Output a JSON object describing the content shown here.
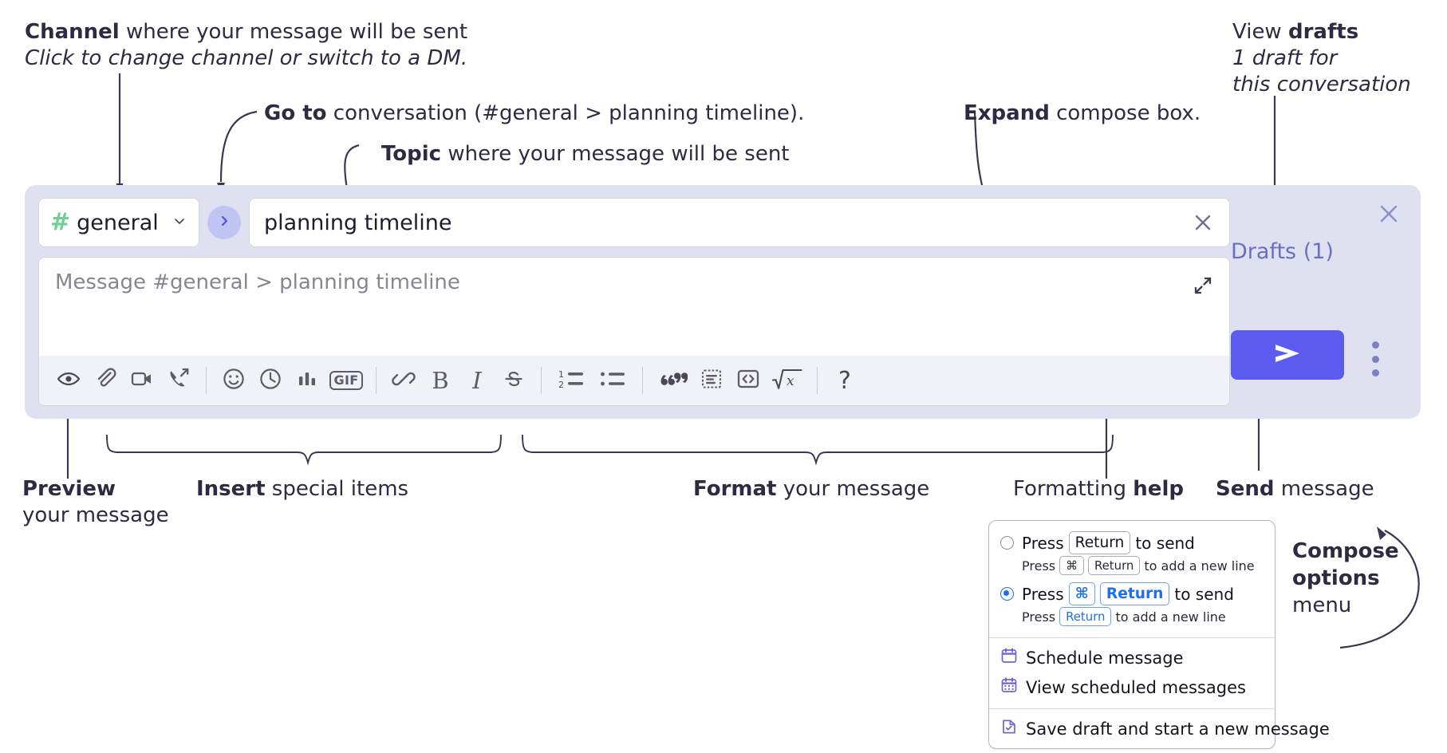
{
  "annotations": {
    "channel": {
      "bold": "Channel",
      "rest": " where your message will be sent",
      "sub": "Click to change channel or switch to a DM."
    },
    "goto": {
      "bold": "Go to",
      "rest": " conversation (#general > planning timeline)."
    },
    "topic": {
      "bold": "Topic",
      "rest": " where your message will be sent"
    },
    "expand": {
      "bold": "Expand",
      "rest": " compose box."
    },
    "drafts": {
      "lead": "View ",
      "bold": "drafts",
      "sub1": "1 draft for",
      "sub2": "this conversation"
    },
    "preview": {
      "bold": "Preview",
      "sub": "your message"
    },
    "insert": {
      "bold": "Insert",
      "rest": " special items"
    },
    "format": {
      "bold": "Format",
      "rest": " your message"
    },
    "help": {
      "lead": "Formatting ",
      "bold": "help"
    },
    "send": {
      "bold": "Send",
      "rest": " message"
    },
    "compose_options": {
      "bold1": "Compose",
      "bold2": "options",
      "rest": "menu"
    }
  },
  "compose": {
    "channel": {
      "hash": "#",
      "name": "general",
      "caret_icon": "chevron-down-icon"
    },
    "goto_button": {
      "icon": "chevron-right-icon"
    },
    "topic": {
      "value": "planning timeline",
      "clear_icon": "close-icon"
    },
    "message": {
      "placeholder": "Message #general > planning timeline",
      "value": ""
    },
    "expand": {
      "icon": "expand-diagonal-icon"
    },
    "close": {
      "icon": "close-icon"
    },
    "drafts_label": "Drafts (1)",
    "send": {
      "icon": "send-paper-plane-icon"
    },
    "kebab": {
      "icon": "more-vertical-icon"
    },
    "toolbar": [
      {
        "name": "preview-message",
        "icon": "eye-icon"
      },
      {
        "name": "attach-file",
        "icon": "paperclip-icon"
      },
      {
        "name": "record-video-clip",
        "icon": "video-camera-icon"
      },
      {
        "name": "record-audio-clip",
        "icon": "phone-arrow-icon"
      },
      {
        "name": "separator-1",
        "icon": "divider"
      },
      {
        "name": "emoji",
        "icon": "smiley-icon"
      },
      {
        "name": "reminder",
        "icon": "clock-icon"
      },
      {
        "name": "poll",
        "icon": "bar-chart-icon"
      },
      {
        "name": "gif",
        "icon": "gif-icon",
        "label": "GIF"
      },
      {
        "name": "separator-2",
        "icon": "divider"
      },
      {
        "name": "link",
        "icon": "link-icon"
      },
      {
        "name": "bold",
        "icon": "bold-icon",
        "label": "B"
      },
      {
        "name": "italic",
        "icon": "italic-icon",
        "label": "I"
      },
      {
        "name": "strikethrough",
        "icon": "strikethrough-icon",
        "label": "S"
      },
      {
        "name": "separator-3",
        "icon": "divider"
      },
      {
        "name": "ordered-list",
        "icon": "numbered-list-icon"
      },
      {
        "name": "bulleted-list",
        "icon": "bulleted-list-icon"
      },
      {
        "name": "separator-4",
        "icon": "divider"
      },
      {
        "name": "blockquote",
        "icon": "quote-icon"
      },
      {
        "name": "code-block",
        "icon": "code-block-icon"
      },
      {
        "name": "inline-code",
        "icon": "code-brackets-icon"
      },
      {
        "name": "math",
        "icon": "square-root-x-icon"
      },
      {
        "name": "separator-5",
        "icon": "divider"
      },
      {
        "name": "formatting-help",
        "icon": "question-mark-icon",
        "label": "?"
      }
    ]
  },
  "popup": {
    "option1": {
      "selected": false,
      "main_pre": "Press",
      "main_key": "Return",
      "main_post": "to send",
      "sub_pre": "Press",
      "sub_key1": "⌘",
      "sub_key2": "Return",
      "sub_post": "to add a new line"
    },
    "option2": {
      "selected": true,
      "main_pre": "Press",
      "main_key1": "⌘",
      "main_key2": "Return",
      "main_post": "to send",
      "sub_pre": "Press",
      "sub_key": "Return",
      "sub_post": "to add a new line"
    },
    "items": [
      {
        "name": "schedule-message",
        "icon": "calendar-icon",
        "label": "Schedule message"
      },
      {
        "name": "view-scheduled-messages",
        "icon": "calendar-grid-icon",
        "label": "View scheduled messages"
      },
      {
        "name": "save-draft-new-message",
        "icon": "file-check-icon",
        "label": "Save draft and start a new message"
      }
    ]
  },
  "colors": {
    "compose_bg": "#dfe0f0",
    "toolbar_bg": "#f1f2f8",
    "send_button": "#5b5bf0",
    "hash_green": "#6fcf97",
    "drafts_purple": "#6b6fc4",
    "goto_circle": "#bfc4f2",
    "annotation_text": "#2d2b42",
    "key_blue": "#1f6feb"
  }
}
